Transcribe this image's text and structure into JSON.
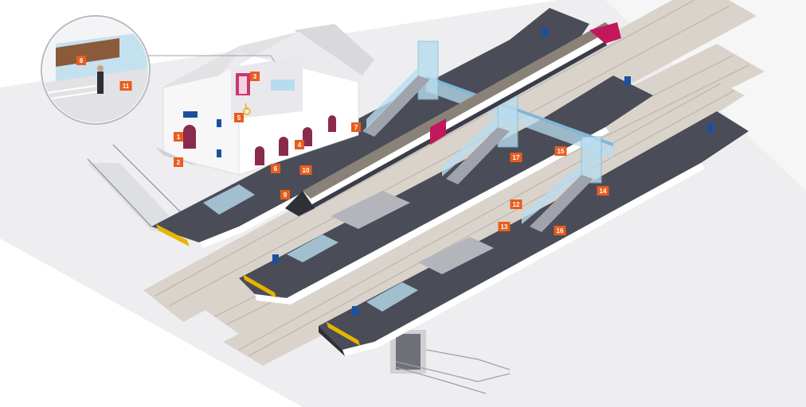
{
  "colors": {
    "background_light": "#eeeef0",
    "track_ballast": "#d9d3cb",
    "platform_top": "#4a4d57",
    "platform_edge": "#ffffff",
    "building_wall": "#f7f7f8",
    "building_roof": "#e2e1e4",
    "glass": "#b8dcef",
    "marker": "#e85d1e",
    "train_body": "#ffffff",
    "train_roof": "#8a8279",
    "train_accent": "#c2185b",
    "sign_blue": "#1e4f9c",
    "tactile_yellow": "#e7b400"
  },
  "markers": [
    {
      "id": "m1",
      "label": "1"
    },
    {
      "id": "m2",
      "label": "2"
    },
    {
      "id": "m3",
      "label": "3"
    },
    {
      "id": "m4",
      "label": "4"
    },
    {
      "id": "m5",
      "label": "5"
    },
    {
      "id": "m6",
      "label": "6"
    },
    {
      "id": "m7",
      "label": "7"
    },
    {
      "id": "m8",
      "label": "8"
    },
    {
      "id": "m9",
      "label": "9"
    },
    {
      "id": "m10",
      "label": "10"
    },
    {
      "id": "m11",
      "label": "11"
    },
    {
      "id": "m12",
      "label": "12"
    },
    {
      "id": "m13",
      "label": "13"
    },
    {
      "id": "m14",
      "label": "14"
    },
    {
      "id": "m15",
      "label": "15"
    },
    {
      "id": "m16",
      "label": "16"
    },
    {
      "id": "m17",
      "label": "17"
    }
  ],
  "icons": [
    "wheelchair-icon"
  ]
}
